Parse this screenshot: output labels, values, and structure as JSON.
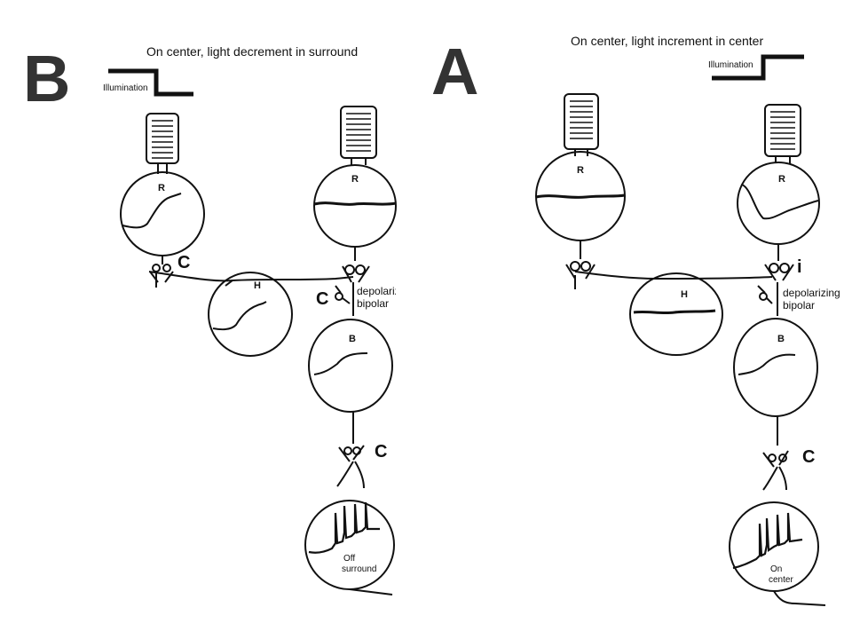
{
  "panels": [
    {
      "letter": "B",
      "title": "On center, light decrement in surround",
      "illumination": "Illumination",
      "cells": {
        "r_left": "R",
        "r_right": "R",
        "h": "H",
        "b": "B"
      },
      "synapses": [
        "C",
        "C",
        "C"
      ],
      "bipolar": [
        "depolariz",
        "bipolar"
      ],
      "ganglion": [
        "Off",
        "surround"
      ]
    },
    {
      "letter": "A",
      "title": "On center, light increment in center",
      "illumination": "Illumination",
      "cells": {
        "r_left": "R",
        "r_right": "R",
        "h": "H",
        "b": "B"
      },
      "synapses": [
        "i",
        "C"
      ],
      "bipolar": [
        "depolarizing",
        "bipolar"
      ],
      "ganglion": [
        "On",
        "center"
      ]
    }
  ]
}
